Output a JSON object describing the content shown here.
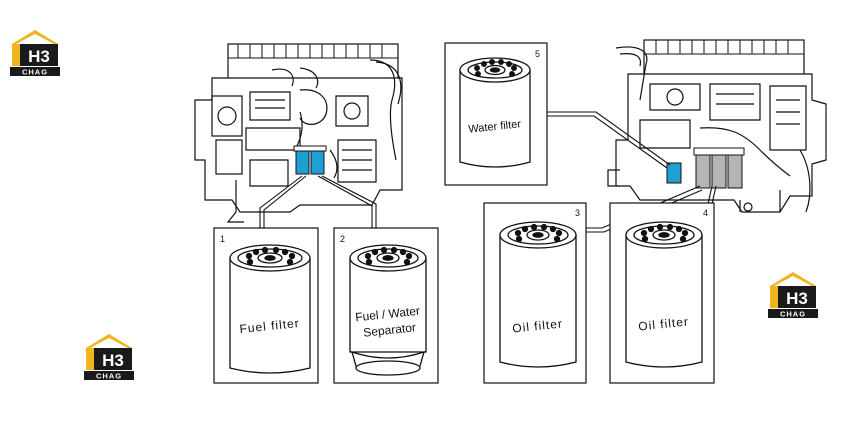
{
  "logo": {
    "letters": "H3",
    "wordmark": "CHAG",
    "colors": {
      "house": "#f0b41e",
      "dark": "#1a1a1a",
      "light": "#ffffff"
    }
  },
  "colors": {
    "line": "#111111",
    "filter_highlight": "#1ea0d2",
    "oil_cartridge": "#b4b4b4"
  },
  "callouts": [
    {
      "number": "1",
      "label_lines": [
        "Fuel filter"
      ]
    },
    {
      "number": "2",
      "label_lines": [
        "Fuel / Water",
        "Separator"
      ]
    },
    {
      "number": "3",
      "label_lines": [
        "Oil filter"
      ]
    },
    {
      "number": "4",
      "label_lines": [
        "Oil filter"
      ]
    },
    {
      "number": "5",
      "label_lines": [
        "Water filter"
      ]
    }
  ]
}
